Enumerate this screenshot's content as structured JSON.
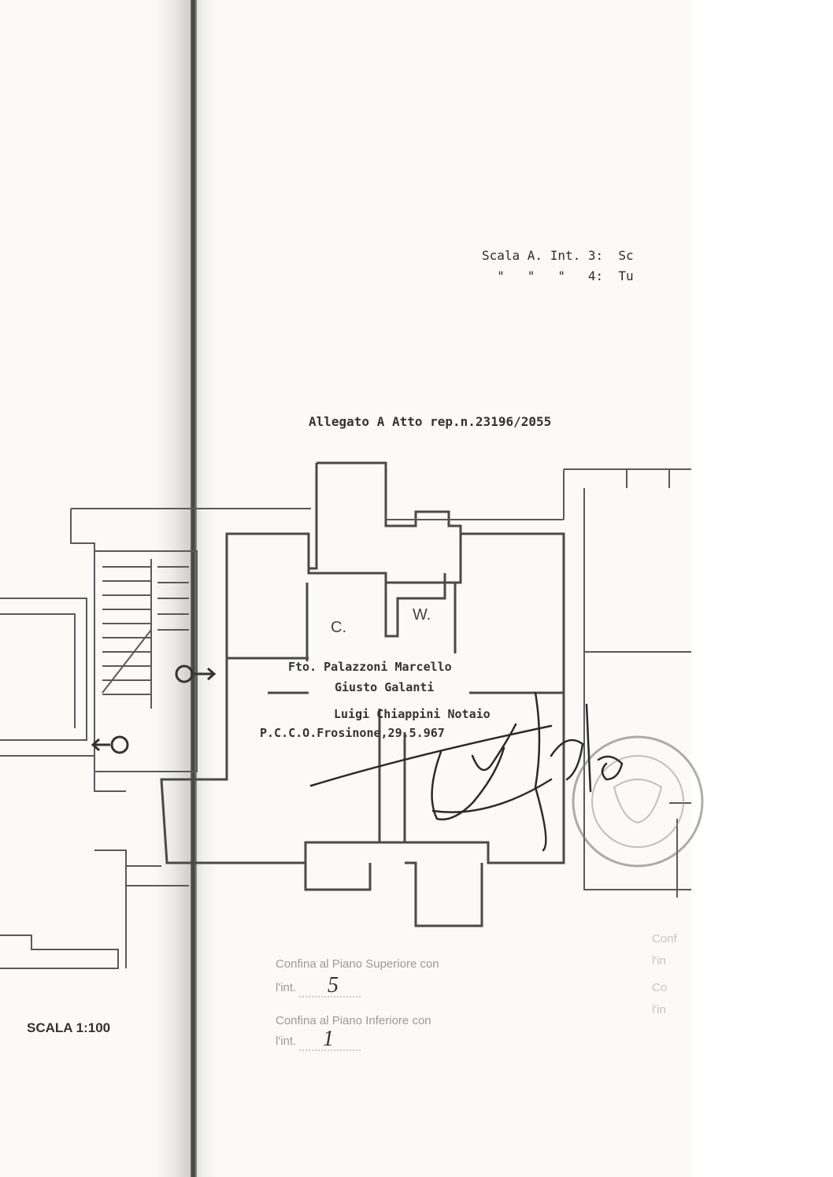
{
  "header": {
    "line1": "Scala A. Int. 3:  Sc",
    "line2": "  \"   \"   \"   4:  Tu"
  },
  "allegato": "Allegato A Atto rep.n.23196/2055",
  "rooms": {
    "c": "C.",
    "w": "W."
  },
  "signers": [
    "Fto. Palazzoni Marcello",
    "Giusto Galanti",
    "Luigi Chiappini Notaio",
    "P.C.C.O.Frosinone,29.5.967"
  ],
  "form": {
    "upper_label": "Confina al Piano Superiore con",
    "upper_int_label": "l'int.",
    "upper_int_value": "5",
    "lower_label": "Confina al Piano Inferiore con",
    "lower_int_label": "l'int.",
    "lower_int_value": "1"
  },
  "right_fragments": [
    "Conf",
    "l'in",
    "Co",
    "l'in"
  ],
  "scale_label": "SCALA 1:100",
  "colors": {
    "paper": "#fbfaf7",
    "ink": "#2c2c2c",
    "wall": "#4a4a4a"
  },
  "icons": [
    "signature-mark",
    "notary-seal",
    "entrance-arrow-icon"
  ]
}
